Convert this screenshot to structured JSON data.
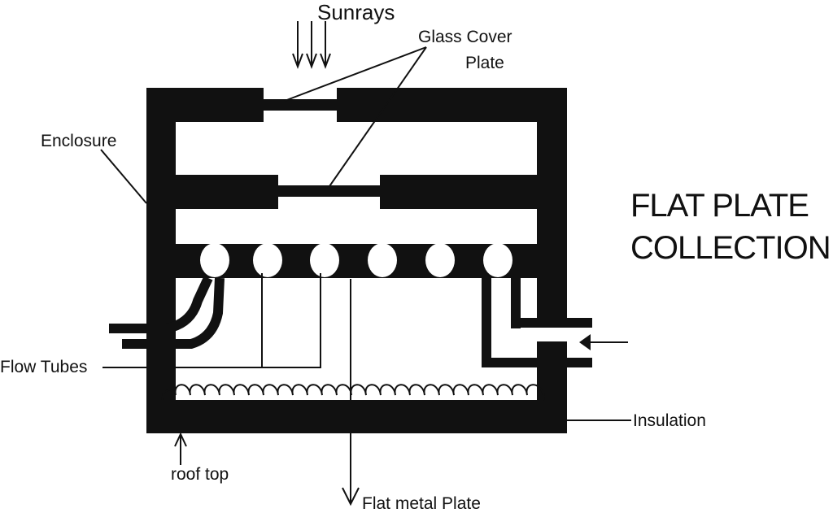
{
  "title": {
    "line1": "FLAT PLATE",
    "line2": "COLLECTION"
  },
  "labels": {
    "sunrays": "Sunrays",
    "glass_cover_line1": "Glass Cover",
    "glass_cover_line2": "Plate",
    "enclosure": "Enclosure",
    "flow_tubes": "Flow Tubes",
    "insulation": "Insulation",
    "roof_top": "roof top",
    "flat_metal_plate": "Flat metal Plate"
  },
  "colors": {
    "ink": "#111111",
    "background": "#ffffff"
  }
}
